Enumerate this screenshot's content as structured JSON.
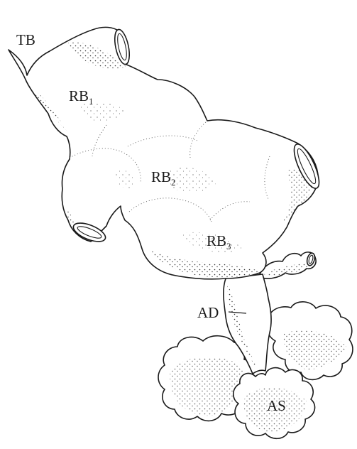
{
  "labels": {
    "tb": "TB",
    "rb1_base": "RB",
    "rb1_sub": "1",
    "rb2_base": "RB",
    "rb2_sub": "2",
    "rb3_base": "RB",
    "rb3_sub": "3",
    "ad": "AD",
    "as": "AS"
  }
}
